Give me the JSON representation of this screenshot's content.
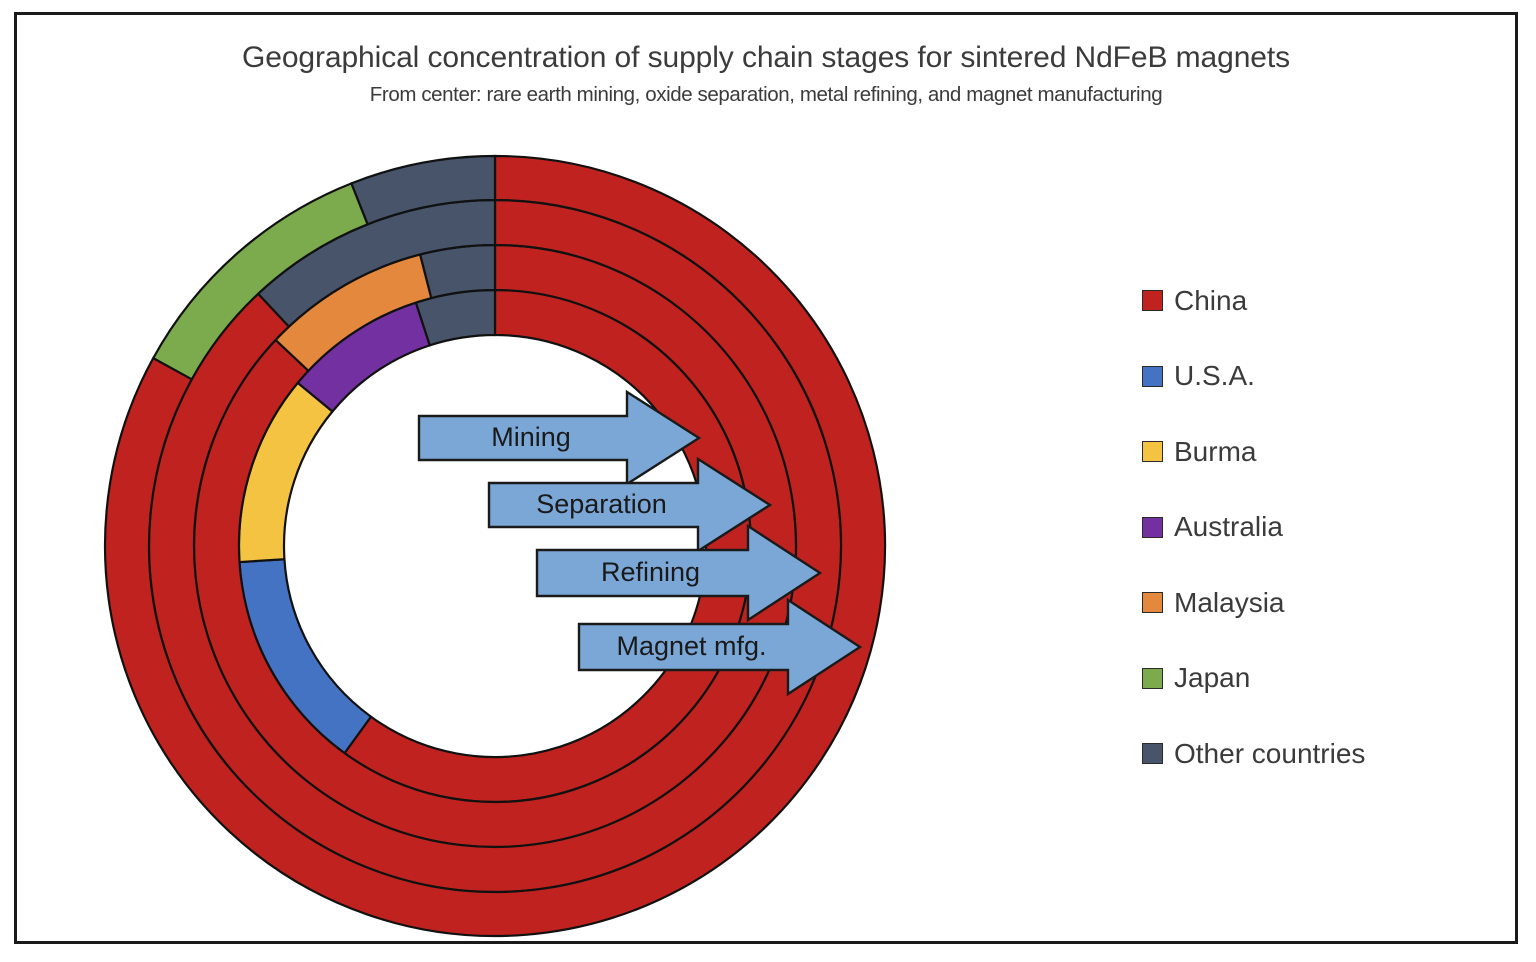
{
  "chart": {
    "title": "Geographical concentration of supply chain stages for sintered NdFeB magnets",
    "subtitle": "From center: rare earth mining, oxide separation, metal refining, and magnet manufacturing"
  },
  "legend": {
    "position": "right",
    "items": [
      {
        "label": "China",
        "color": "#c0231f"
      },
      {
        "label": "U.S.A.",
        "color": "#4573c4"
      },
      {
        "label": "Burma",
        "color": "#f5c342"
      },
      {
        "label": "Australia",
        "color": "#7230a0"
      },
      {
        "label": "Malaysia",
        "color": "#e3883c"
      },
      {
        "label": "Japan",
        "color": "#7cab4e"
      },
      {
        "label": "Other countries",
        "color": "#47546a"
      }
    ]
  },
  "arrows": [
    {
      "label": "Mining",
      "color": "#7ba7d7"
    },
    {
      "label": "Separation",
      "color": "#7ba7d7"
    },
    {
      "label": "Refining",
      "color": "#7ba7d7"
    },
    {
      "label": "Magnet mfg.",
      "color": "#7ba7d7"
    }
  ],
  "chart_data": {
    "type": "pie",
    "variant": "multi-ring-donut",
    "title": "Geographical concentration of supply chain stages for sintered NdFeB magnets",
    "subtitle": "From center: rare earth mining, oxide separation, metal refining, and magnet manufacturing",
    "units": "percent share",
    "start_angle_deg": 0,
    "direction": "clockwise",
    "categories": [
      "China",
      "U.S.A.",
      "Burma",
      "Australia",
      "Malaysia",
      "Japan",
      "Other countries"
    ],
    "colors": {
      "China": "#c0231f",
      "U.S.A.": "#4573c4",
      "Burma": "#f5c342",
      "Australia": "#7230a0",
      "Malaysia": "#e3883c",
      "Japan": "#7cab4e",
      "Other countries": "#47546a"
    },
    "rings": [
      {
        "name": "Mining",
        "ring_index": 1,
        "position": "innermost",
        "inner_radius_px": 211,
        "outer_radius_px": 256,
        "slices": [
          {
            "label": "China",
            "value": 60,
            "color": "#c0231f"
          },
          {
            "label": "U.S.A.",
            "value": 14,
            "color": "#4573c4"
          },
          {
            "label": "Burma",
            "value": 12,
            "color": "#f5c342"
          },
          {
            "label": "Australia",
            "value": 9,
            "color": "#7230a0"
          },
          {
            "label": "Other countries",
            "value": 5,
            "color": "#47546a"
          }
        ]
      },
      {
        "name": "Separation",
        "ring_index": 2,
        "inner_radius_px": 256,
        "outer_radius_px": 301,
        "slices": [
          {
            "label": "China",
            "value": 87,
            "color": "#c0231f"
          },
          {
            "label": "Malaysia",
            "value": 9,
            "color": "#e3883c"
          },
          {
            "label": "Other countries",
            "value": 4,
            "color": "#47546a"
          }
        ]
      },
      {
        "name": "Refining",
        "ring_index": 3,
        "inner_radius_px": 301,
        "outer_radius_px": 346,
        "slices": [
          {
            "label": "China",
            "value": 88,
            "color": "#c0231f"
          },
          {
            "label": "Other countries",
            "value": 12,
            "color": "#47546a"
          }
        ]
      },
      {
        "name": "Magnet mfg.",
        "ring_index": 4,
        "position": "outermost",
        "inner_radius_px": 346,
        "outer_radius_px": 390,
        "slices": [
          {
            "label": "China",
            "value": 83,
            "color": "#c0231f"
          },
          {
            "label": "Japan",
            "value": 11,
            "color": "#7cab4e"
          },
          {
            "label": "Other countries",
            "value": 6,
            "color": "#47546a"
          }
        ]
      }
    ]
  }
}
